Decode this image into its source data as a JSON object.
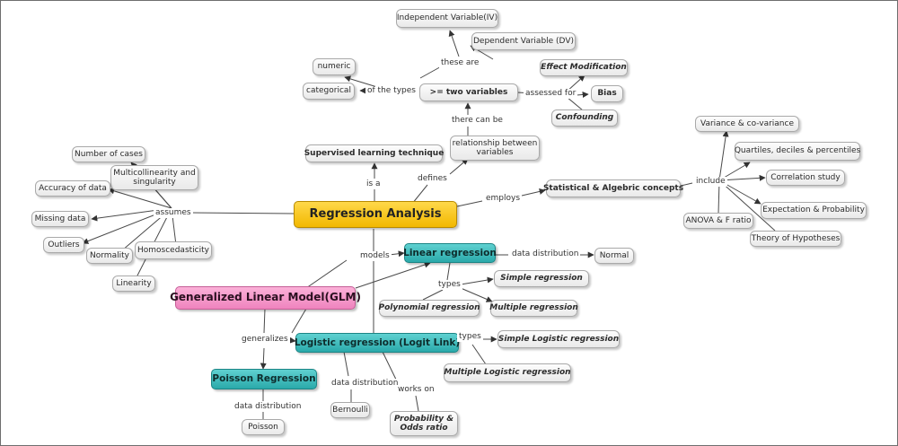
{
  "nodes": {
    "regression_analysis": "Regression Analysis",
    "supervised": "Supervised learning technique",
    "relationship": "relationship between variables",
    "two_vars": ">= two variables",
    "independent": "Independent Variable(IV)",
    "dependent": "Dependent Variable (DV)",
    "numeric": "numeric",
    "categorical": "categorical",
    "effect_mod": "Effect Modification",
    "bias": "Bias",
    "confounding": "Confounding",
    "stat_alg": "Statistical & Algebric concepts",
    "variance": "Variance & co-variance",
    "quartiles": "Quartiles, deciles & percentiles",
    "correlation": "Correlation study",
    "expectation": "Expectation & Probability",
    "anova": "ANOVA & F ratio",
    "hypotheses": "Theory of Hypotheses",
    "num_cases": "Number of cases",
    "multicollinearity": "Multicollinearity and singularity",
    "accuracy": "Accuracy of data",
    "missing": "Missing data",
    "outliers": "Outliers",
    "normality": "Normality",
    "homoscedasticity": "Homoscedasticity",
    "linearity": "Linearity",
    "linear_reg": "Linear regression",
    "normal": "Normal",
    "simple_reg": "Simple regression",
    "multiple_reg": "Multiple regression",
    "poly_reg": "Polynomial regression",
    "glm": "Generalized Linear Model(GLM)",
    "logistic": "Logistic regression (Logit Link)",
    "simple_logistic": "Simple Logistic regression",
    "multiple_logistic": "Multiple Logistic regression",
    "poisson_reg": "Poisson Regression",
    "poisson": "Poisson",
    "bernoulli": "Bernoulli",
    "prob_odds": "Probability & Odds ratio"
  },
  "labels": {
    "these_are": "these are",
    "of_the_types": "of the types",
    "assessed_for": "assessed for",
    "there_can_be": "there can be",
    "is_a": "is a",
    "defines": "defines",
    "employs": "employs",
    "include": "include",
    "assumes": "assumes",
    "models": "models",
    "data_distribution_linear": "data distribution",
    "types_linear": "types",
    "generalizes": "generalizes",
    "types_logistic": "types",
    "data_distribution_logistic": "data distribution",
    "works_on": "works on",
    "data_distribution_poisson": "data distribution"
  },
  "colors": {
    "central_node": "#f5c20f",
    "model_nodes": "#33b2b2",
    "glm_node": "#f18fc4",
    "concept_nodes": "#efefef",
    "connectors": "#4a4a4a"
  }
}
